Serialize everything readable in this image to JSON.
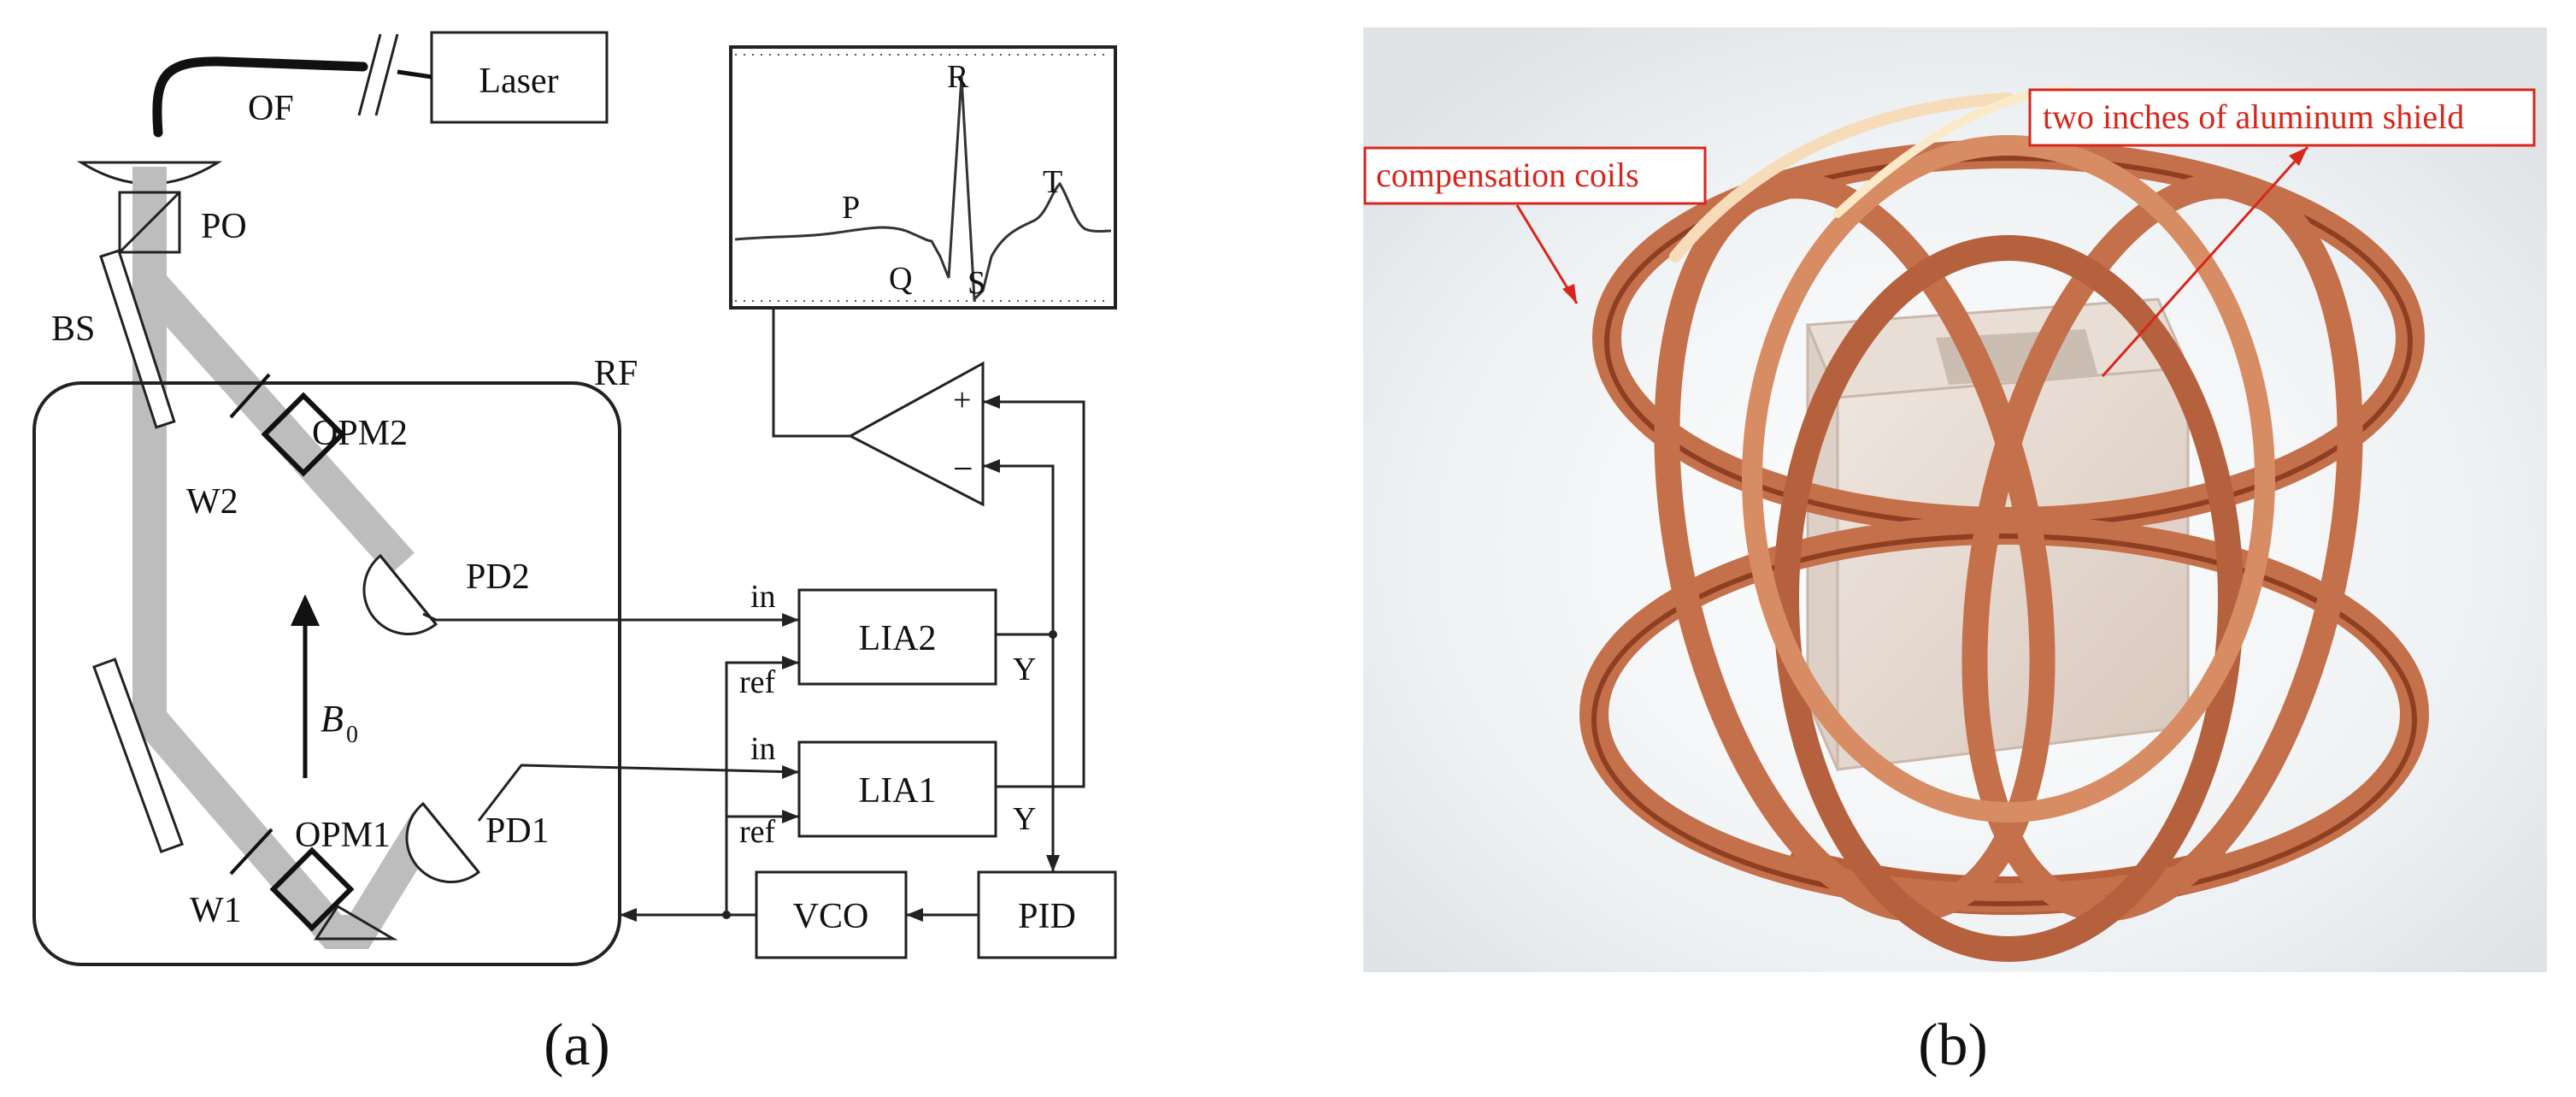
{
  "panel_a": {
    "caption": "(a)",
    "labels": {
      "laser": "Laser",
      "of": "OF",
      "po": "PO",
      "bs": "BS",
      "rf": "RF",
      "opm2": "OPM2",
      "w2": "W2",
      "pd2": "PD2",
      "b0_main": "B",
      "b0_sub": "0",
      "opm1": "OPM1",
      "w1": "W1",
      "pd1": "PD1",
      "lia2": "LIA2",
      "lia1": "LIA1",
      "in_top": "in",
      "ref_top": "ref",
      "in_bottom": "in",
      "ref_bottom": "ref",
      "y_top": "Y",
      "y_bottom": "Y",
      "vco": "VCO",
      "pid": "PID",
      "amp_plus": "+",
      "amp_minus": "−"
    },
    "ecg": {
      "p": "P",
      "q": "Q",
      "r": "R",
      "s": "S",
      "t": "T"
    }
  },
  "panel_b": {
    "caption": "(b)",
    "callouts": {
      "coils": "compensation coils",
      "shield": "two inches of aluminum shield"
    }
  },
  "colors": {
    "beam": "#bdbdbd",
    "copper": "#c4704a",
    "copper_dark": "#8e3f22",
    "callout": "#d8261c"
  }
}
